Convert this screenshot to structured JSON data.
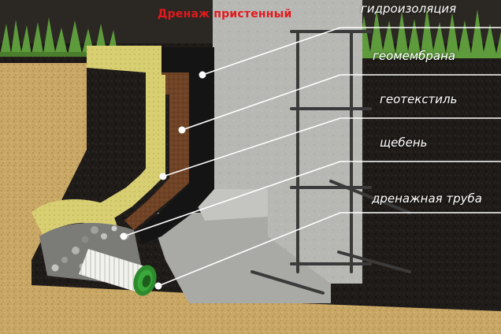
{
  "title": "Дренаж пристенный",
  "colors": {
    "title": "#e3191c",
    "label": "#ffffff",
    "callout_dot": "#ffffff",
    "soil_dark": "#1f1b18",
    "sand": "#c9a765",
    "concrete": "#b7b7b4",
    "geomembrane_yellow": "#d8cf72",
    "geotextile_brown": "#6f4326",
    "waterproofing_black": "#141414",
    "pipe_green": "#3aa83a",
    "pipe_white": "#f2f2ee",
    "gravel": "#8f8f8f",
    "grass": "#5e9b3c",
    "rebar": "#3a3a3a"
  },
  "labels": [
    {
      "id": "waterproofing",
      "text": "гидроизоляция",
      "icon": ""
    },
    {
      "id": "geomembrane",
      "text": "геомембрана",
      "icon": ""
    },
    {
      "id": "geotextile",
      "text": "геотекстиль",
      "icon": ""
    },
    {
      "id": "gravel",
      "text": "щебень",
      "icon": ""
    },
    {
      "id": "drain_pipe",
      "text": "дренажная труба",
      "icon": ""
    }
  ]
}
